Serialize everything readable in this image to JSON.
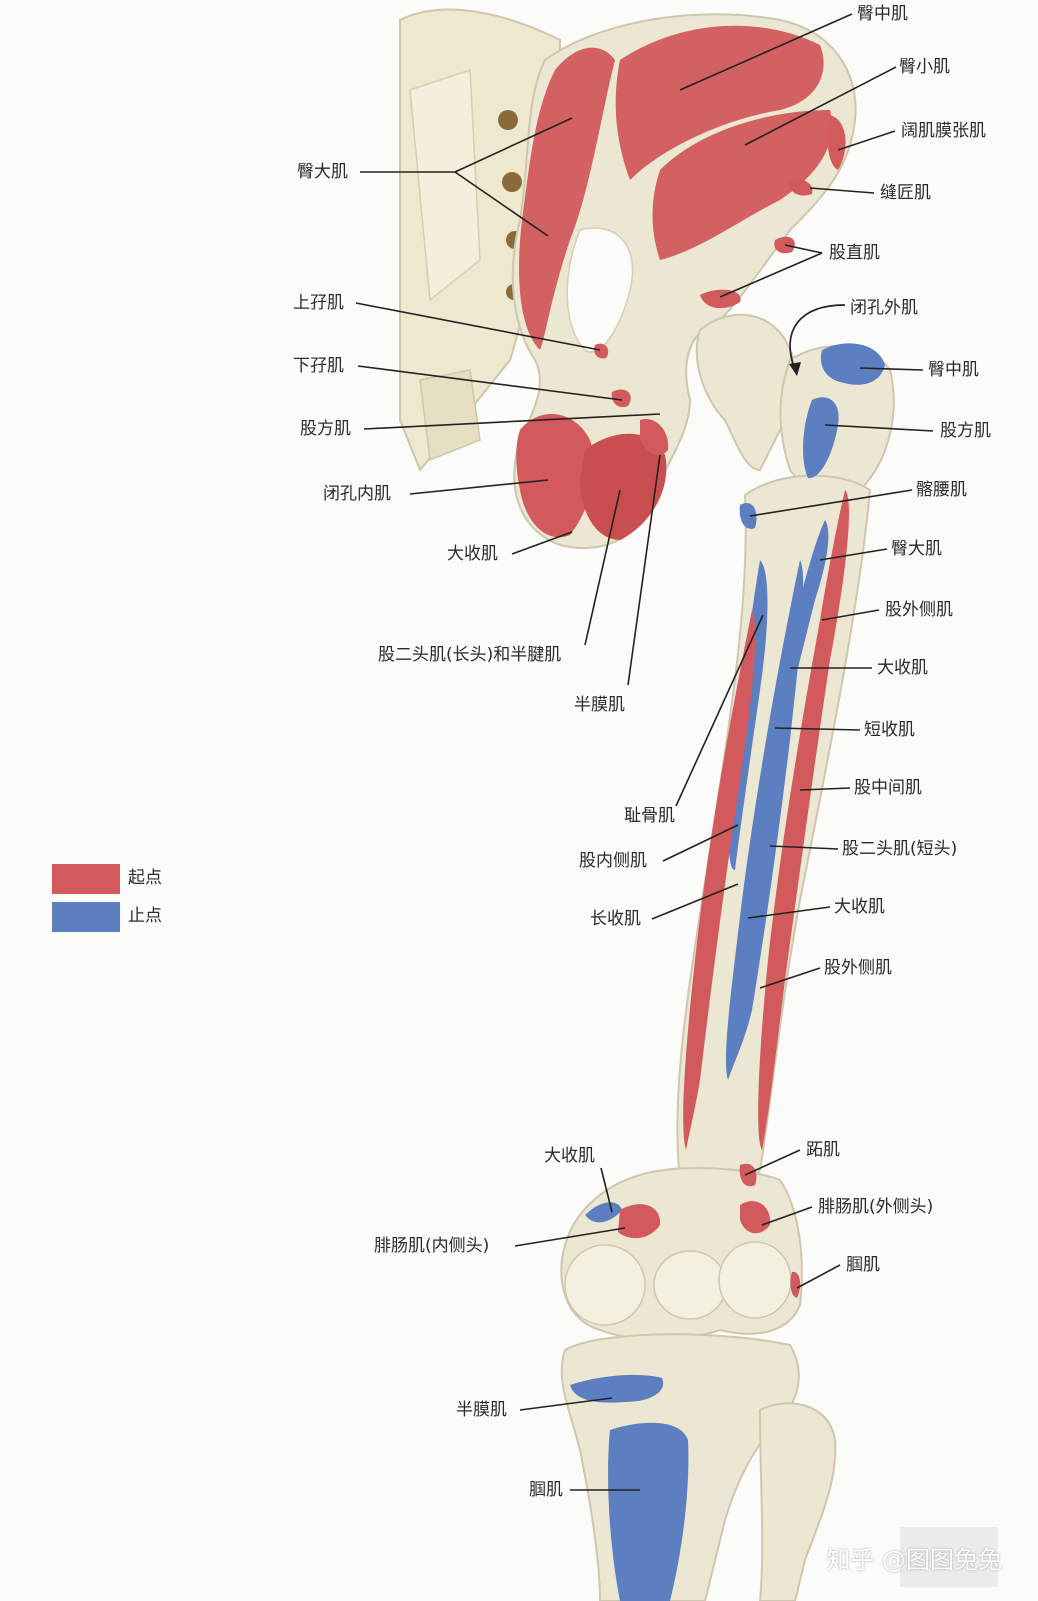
{
  "colors": {
    "origin": "#d25a5c",
    "insertion": "#5b7fc0",
    "bone": "#ece7d2",
    "bone_shadow": "#cfc7ad",
    "leader": "#222222"
  },
  "legend": {
    "origin_label": "起点",
    "insertion_label": "止点"
  },
  "labels": {
    "gluteus_medius_top": "臀中肌",
    "gluteus_minimus": "臀小肌",
    "tensor_fasciae_latae": "阔肌膜张肌",
    "sartorius": "缝匠肌",
    "rectus_femoris": "股直肌",
    "obturator_externus": "闭孔外肌",
    "gluteus_medius_ins": "臀中肌",
    "quadratus_femoris_r": "股方肌",
    "iliopsoas": "髂腰肌",
    "gluteus_maximus_r": "臀大肌",
    "vastus_lateralis_1": "股外侧肌",
    "adductor_magnus_1": "大收肌",
    "adductor_brevis": "短收肌",
    "vastus_intermedius": "股中间肌",
    "biceps_short": "股二头肌(短头)",
    "adductor_magnus_2": "大收肌",
    "vastus_lateralis_2": "股外侧肌",
    "plantaris": "跖肌",
    "gastrocnemius_lateral": "腓肠肌(外侧头)",
    "popliteus_r": "腘肌",
    "gluteus_maximus_l": "臀大肌",
    "gemellus_superior": "上孖肌",
    "gemellus_inferior": "下孖肌",
    "quadratus_femoris_l": "股方肌",
    "obturator_internus": "闭孔内肌",
    "adductor_magnus_l": "大收肌",
    "biceps_long_semitendinosus": "股二头肌(长头)和半腱肌",
    "semimembranosus_top": "半膜肌",
    "pectineus": "耻骨肌",
    "vastus_medialis": "股内侧肌",
    "adductor_longus": "长收肌",
    "adductor_magnus_knee": "大收肌",
    "gastrocnemius_medial": "腓肠肌(内侧头)",
    "semimembranosus_tibia": "半膜肌",
    "popliteus_l": "腘肌"
  },
  "watermark": "知乎 @图图兔兔"
}
